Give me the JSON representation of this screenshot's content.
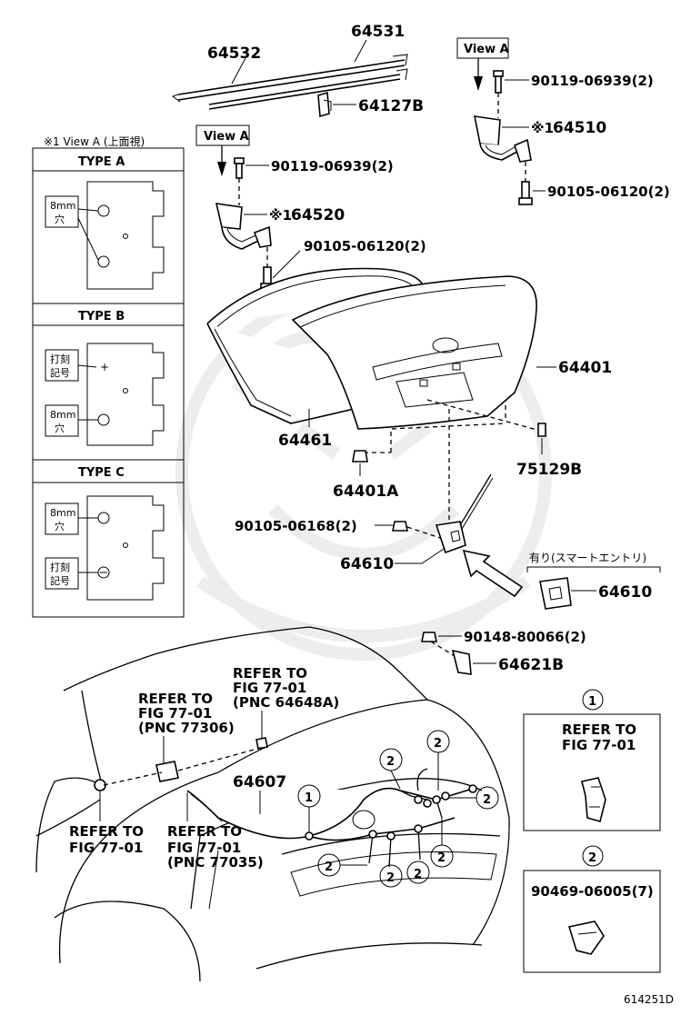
{
  "labels": {
    "p64531": "64531",
    "p64532": "64532",
    "p64127b": "64127B",
    "viewA_top": "View A",
    "viewA_mid": "View A",
    "p90119_right": "90119-06939(2)",
    "p64510": "64510",
    "p90105_right": "90105-06120(2)",
    "p90119_mid": "90119-06939(2)",
    "p64520": "64520",
    "p90105_mid": "90105-06120(2)",
    "ref_mark": "※1",
    "p64401": "64401",
    "p64461": "64461",
    "p75129b": "75129B",
    "p64401a": "64401A",
    "p90105_06168": "90105-06168(2)",
    "p64610": "64610",
    "p64610_smart": "64610",
    "smart_entry": "有り(スマートエントリ)",
    "p90148": "90148-80066(2)",
    "p64621b": "64621B",
    "p64607": "64607",
    "footer_code": "614251D"
  },
  "view_panel": {
    "title": "※1 View A (上面視)",
    "types": [
      {
        "title": "TYPE A",
        "mark1": "8mm\n穴",
        "mark2": ""
      },
      {
        "title": "TYPE B",
        "mark1": "打刻\n記号",
        "mark2": "8mm\n穴"
      },
      {
        "title": "TYPE C",
        "mark1": "8mm\n穴",
        "mark2": "打刻\n記号"
      }
    ]
  },
  "refers": [
    {
      "lines": [
        "REFER TO",
        "FIG 77-01",
        "(PNC 64648A)"
      ]
    },
    {
      "lines": [
        "REFER TO",
        "FIG 77-01",
        "(PNC 77306)"
      ]
    },
    {
      "lines": [
        "REFER TO",
        "FIG 77-01"
      ]
    },
    {
      "lines": [
        "REFER TO",
        "FIG 77-01",
        "(PNC 77035)"
      ]
    }
  ],
  "legend": [
    {
      "num": "1",
      "lines": [
        "REFER TO",
        "FIG 77-01"
      ]
    },
    {
      "num": "2",
      "lines": [
        "90469-06005(7)"
      ]
    }
  ],
  "callout_numbers": [
    "1",
    "2"
  ]
}
